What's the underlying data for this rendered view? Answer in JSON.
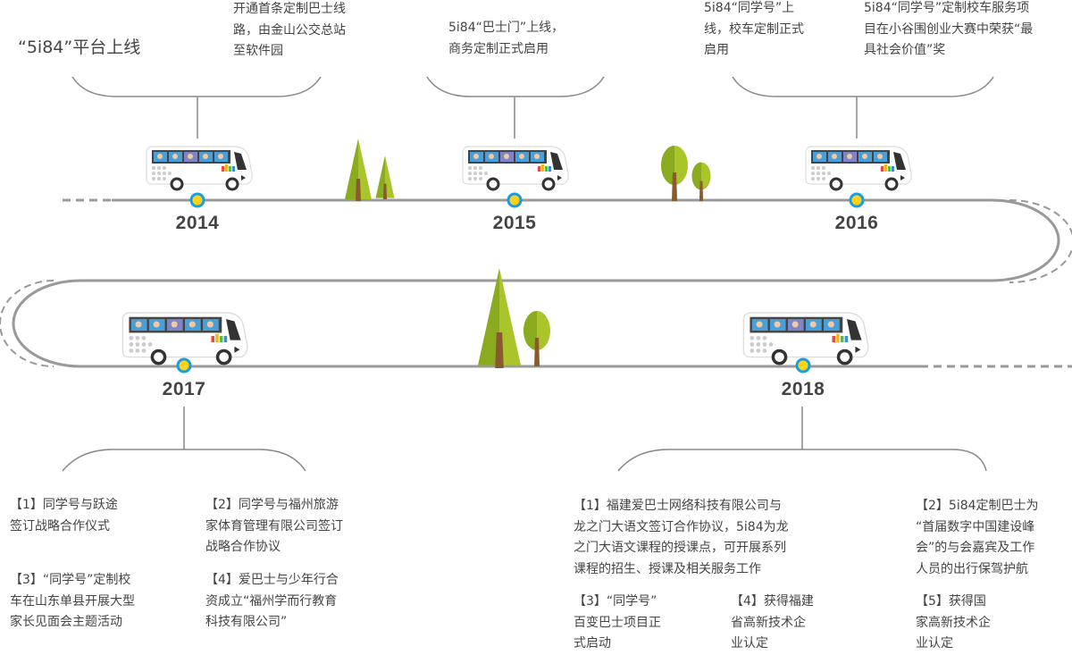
{
  "colors": {
    "road": "#999999",
    "bracket": "#888888",
    "marker_fill": "#ffd31a",
    "marker_stroke": "#1a9ee0",
    "tree_light": "#a9c52a",
    "tree_dark": "#8aab1f",
    "trunk": "#8a5a2e",
    "text": "#444444"
  },
  "milestones": [
    {
      "year": "2014",
      "events": [
        {
          "text": "“5i84”平台上线"
        },
        {
          "text": "开通首条定制巴士线\n路，由金山公交总站\n至软件园"
        }
      ]
    },
    {
      "year": "2015",
      "events": [
        {
          "text": "5i84“巴士门”上线，\n商务定制正式启用"
        }
      ]
    },
    {
      "year": "2016",
      "events": [
        {
          "text": "5i84“同学号”上\n线，校车定制正式\n启用"
        },
        {
          "text": "5i84“同学号”定制校车服务项\n目在小谷围创业大赛中荣获“最\n具社会价值”奖"
        }
      ]
    },
    {
      "year": "2017",
      "events": [
        {
          "text": "【1】同学号与跃途\n签订战略合作仪式"
        },
        {
          "text": "【2】同学号与福州旅游\n家体育管理有限公司签订\n战略合作协议"
        },
        {
          "text": "【3】“同学号”定制校\n车在山东单县开展大型\n家长见面会主题活动"
        },
        {
          "text": "【4】爱巴士与少年行合\n资成立“福州学而行教育\n科技有限公司”"
        }
      ]
    },
    {
      "year": "2018",
      "events": [
        {
          "text": "【1】福建爱巴士网络科技有限公司与\n龙之门大语文签订合作协议，5i84为龙\n之门大语文课程的授课点，可开展系列\n课程的招生、授课及相关服务工作"
        },
        {
          "text": "【2】5i84定制巴士为\n“首届数字中国建设峰\n会”的与会嘉宾及工作\n人员的出行保驾护航"
        },
        {
          "text": "【3】“同学号”\n百变巴士项目正\n式启动"
        },
        {
          "text": "【4】获得福建\n省高新技术企\n业认定"
        },
        {
          "text": "【5】获得国\n家高新技术企\n业认定"
        }
      ]
    }
  ]
}
